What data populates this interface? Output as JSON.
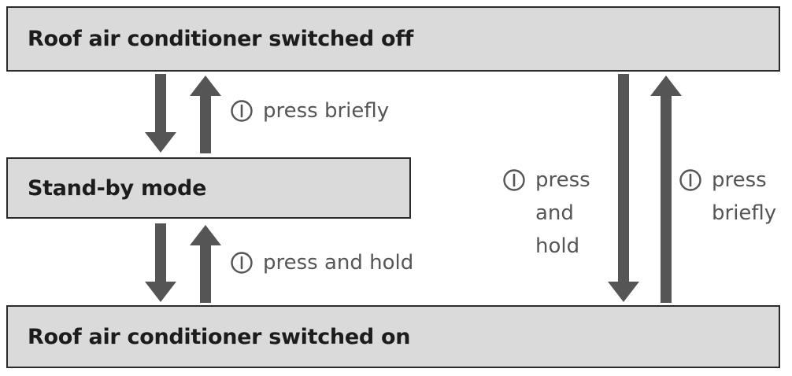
{
  "states": {
    "off": "Roof air conditioner switched off",
    "standby": "Stand-by mode",
    "on": "Roof air conditioner switched on"
  },
  "instructions": {
    "off_standby": "press briefly",
    "standby_on": "press and hold",
    "off_to_on_lines": [
      "press",
      "and",
      "hold"
    ],
    "on_to_off_lines": [
      "press",
      "briefly"
    ]
  },
  "icons": {
    "button": "power-button-icon"
  },
  "colors": {
    "box_fill": "#dadada",
    "box_border": "#2a2a2a",
    "arrow": "#555555",
    "instruction_text": "#555555"
  }
}
